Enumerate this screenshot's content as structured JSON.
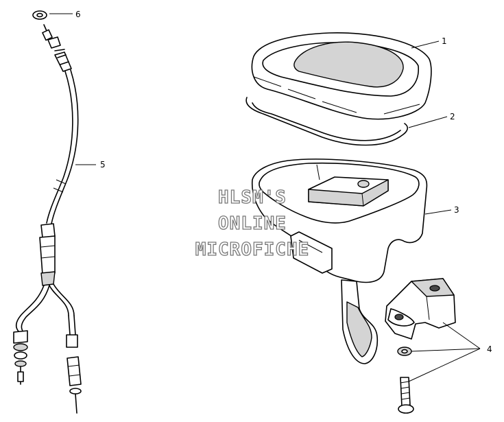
{
  "diagram": {
    "callouts": [
      {
        "id": "c1",
        "label": "1"
      },
      {
        "id": "c2",
        "label": "2"
      },
      {
        "id": "c3",
        "label": "3"
      },
      {
        "id": "c4",
        "label": "4"
      },
      {
        "id": "c5",
        "label": "5"
      },
      {
        "id": "c6",
        "label": "6"
      }
    ],
    "watermark": {
      "line1": "HLSM'S",
      "line2": "ONLINE",
      "line3": "MICROFICHE"
    }
  }
}
